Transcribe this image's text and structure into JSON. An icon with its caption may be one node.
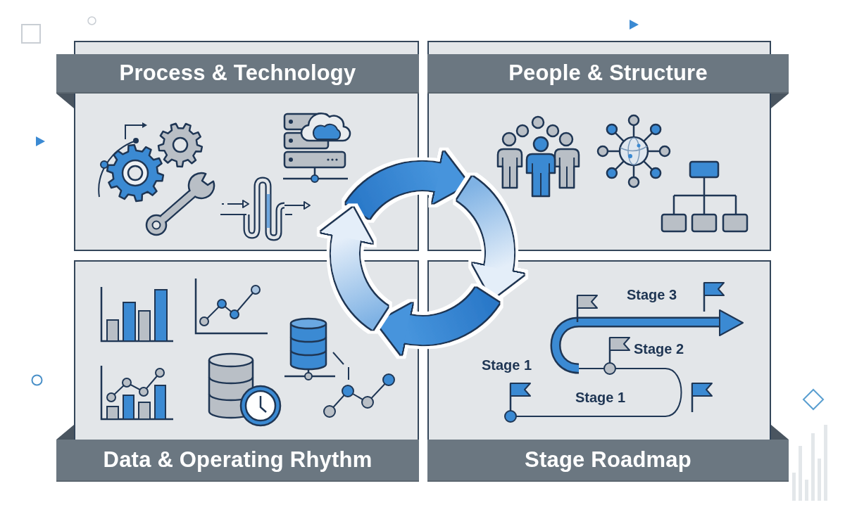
{
  "diagram": {
    "nodes": [
      {
        "text": [
          "Process & Technology"
        ]
      },
      {
        "text": [
          "People & Structure"
        ]
      },
      {
        "text": [
          "Data & Operating Rhythm"
        ]
      },
      {
        "text": [
          "Stage Roadmap"
        ]
      }
    ],
    "edges": [
      {
        "from": 0,
        "to": 1,
        "arrow": "to"
      },
      {
        "from": 1,
        "to": 3,
        "arrow": "to",
        "color": "#e4eef9"
      },
      {
        "from": 3,
        "to": 2,
        "arrow": "to"
      },
      {
        "from": 2,
        "to": 0,
        "arrow": "to",
        "color": "#e4eef9"
      }
    ],
    "labels": [
      "Stage 3",
      "Stage 2",
      "Stage 1",
      "Stage 1"
    ]
  }
}
